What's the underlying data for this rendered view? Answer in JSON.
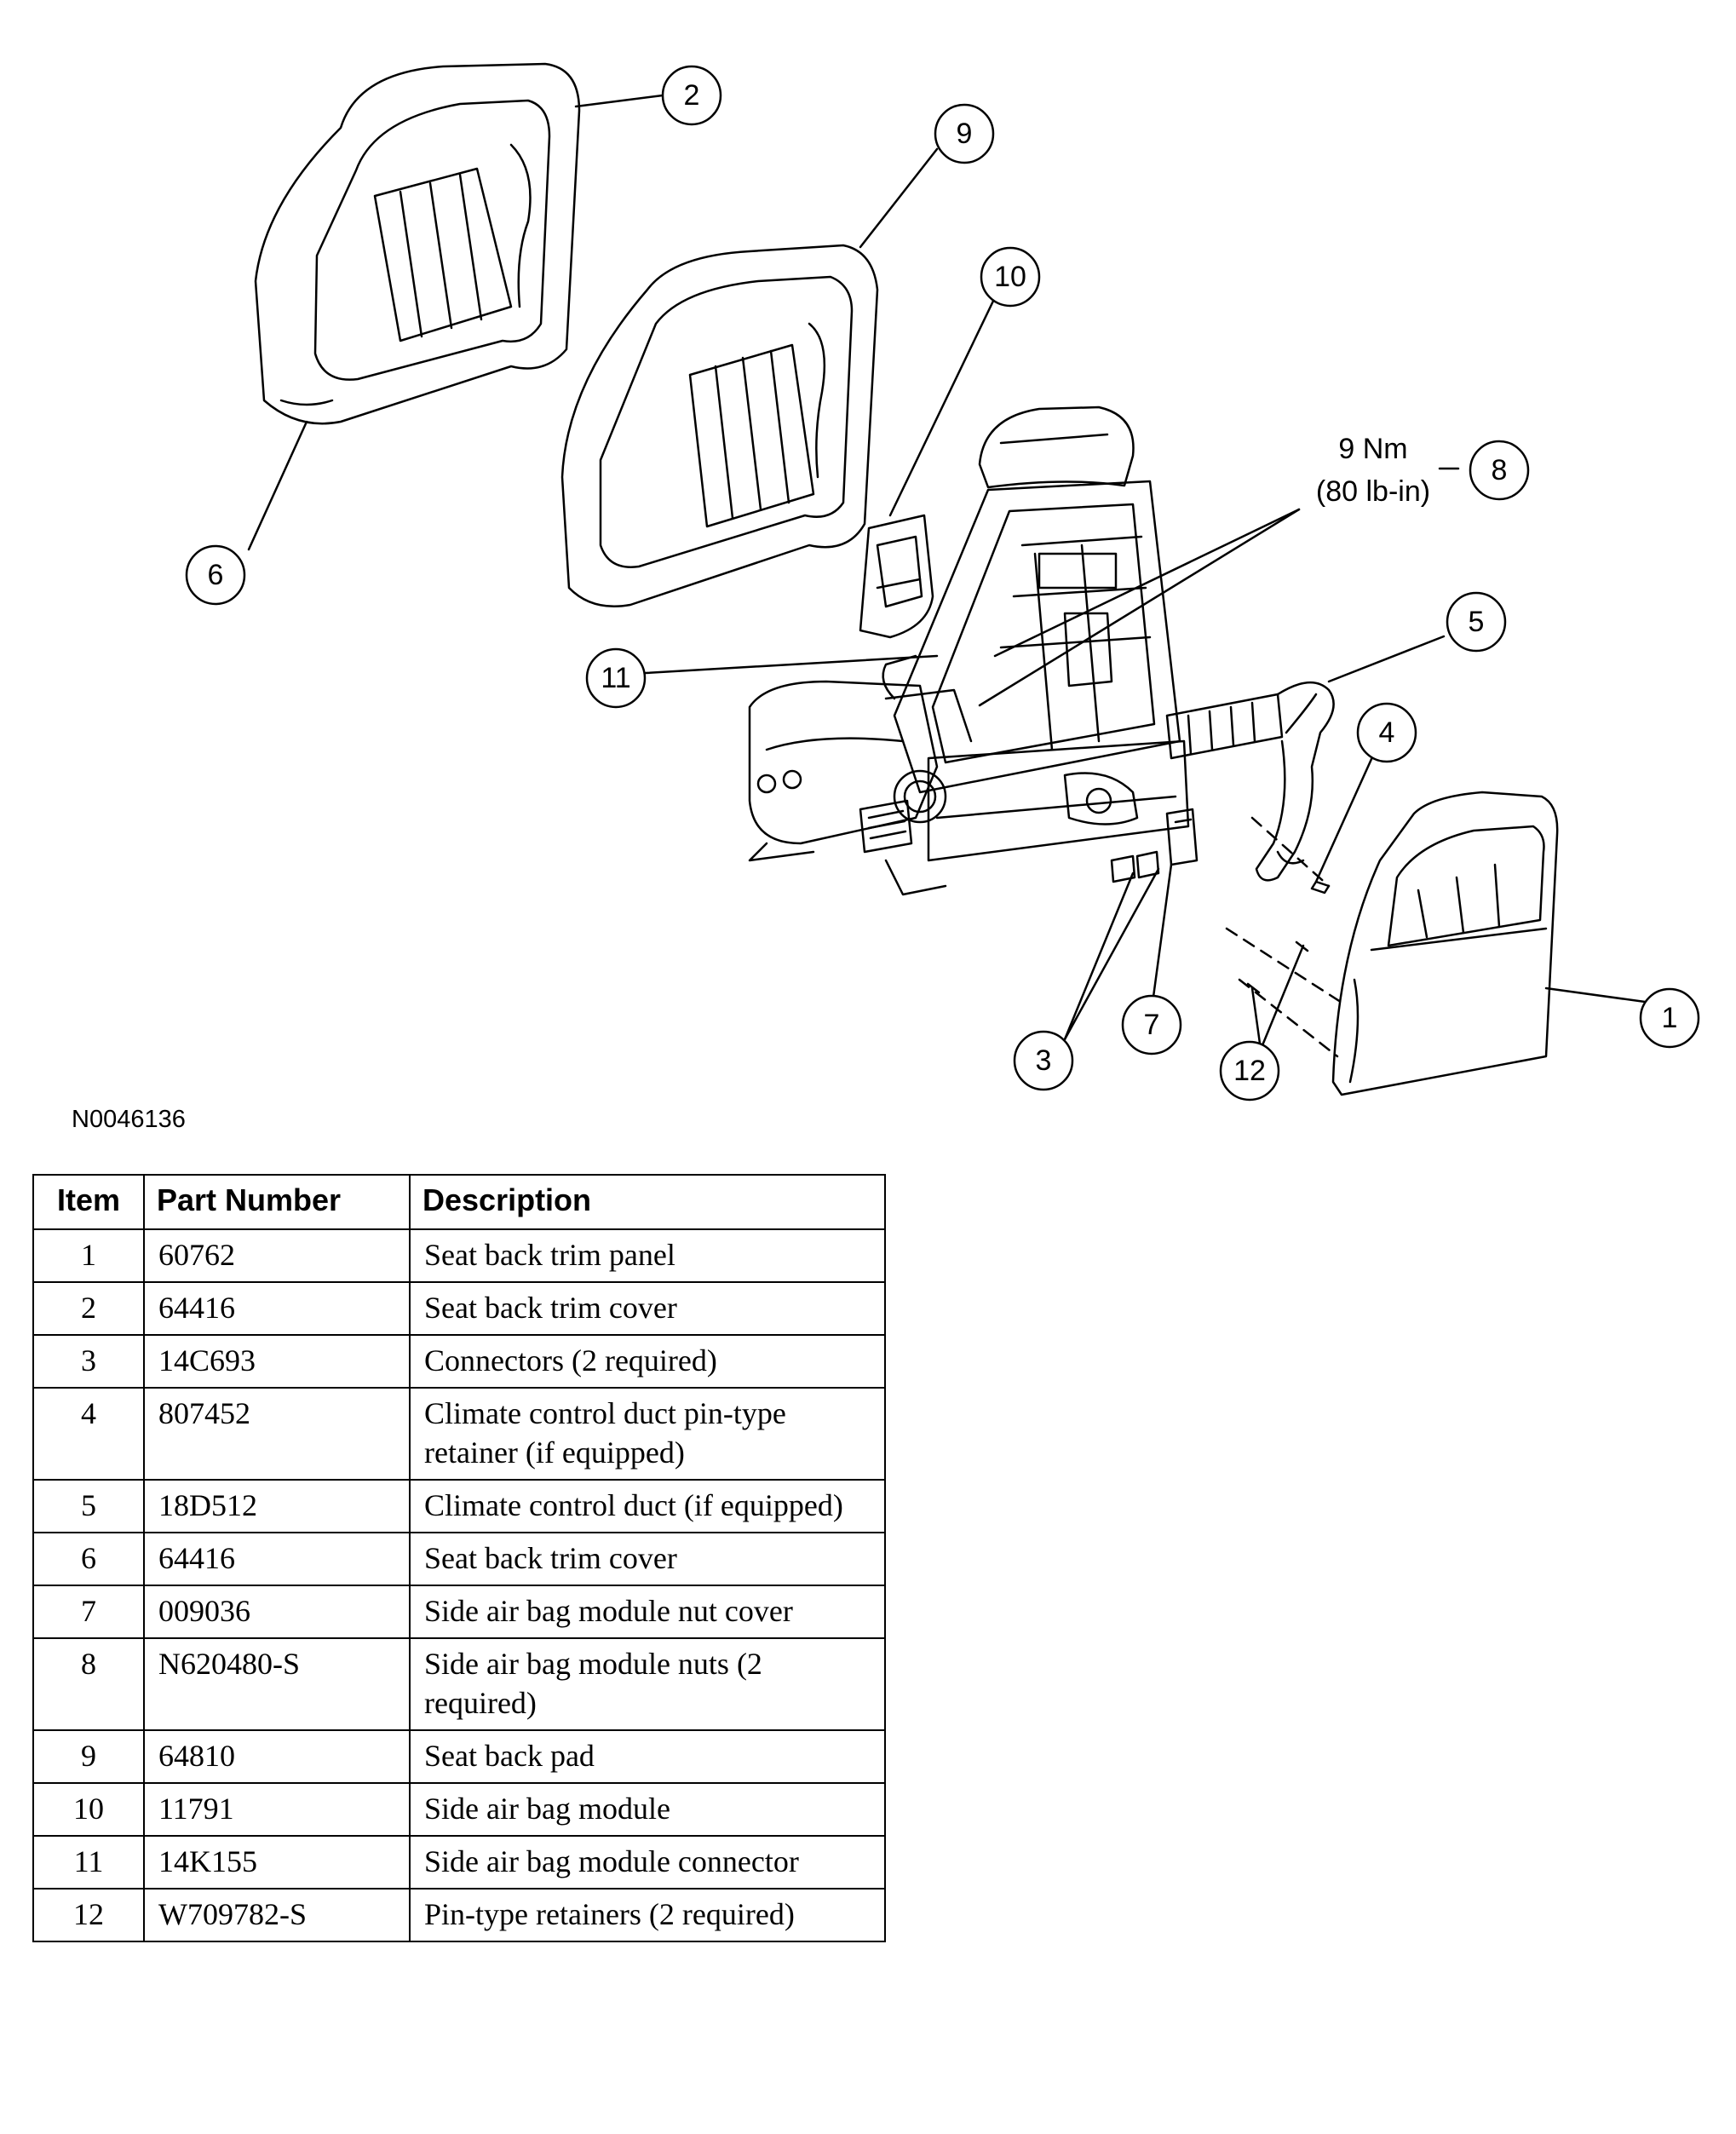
{
  "figure": {
    "id": "N0046136",
    "torque_spec": {
      "line1": "9 Nm",
      "line2": "(80 lb-in)"
    },
    "callouts": [
      "1",
      "2",
      "3",
      "4",
      "5",
      "6",
      "7",
      "8",
      "9",
      "10",
      "11",
      "12"
    ]
  },
  "table": {
    "headers": {
      "item": "Item",
      "part_number": "Part Number",
      "description": "Description"
    },
    "rows": [
      {
        "item": "1",
        "part_number": "60762",
        "description": "Seat back trim panel"
      },
      {
        "item": "2",
        "part_number": "64416",
        "description": "Seat back trim cover"
      },
      {
        "item": "3",
        "part_number": "14C693",
        "description": "Connectors (2 required)"
      },
      {
        "item": "4",
        "part_number": "807452",
        "description": "Climate control duct pin-type retainer (if equipped)"
      },
      {
        "item": "5",
        "part_number": "18D512",
        "description": "Climate control duct (if equipped)"
      },
      {
        "item": "6",
        "part_number": "64416",
        "description": "Seat back trim cover"
      },
      {
        "item": "7",
        "part_number": "009036",
        "description": "Side air bag module nut cover"
      },
      {
        "item": "8",
        "part_number": "N620480-S",
        "description": "Side air bag module nuts (2 required)"
      },
      {
        "item": "9",
        "part_number": "64810",
        "description": "Seat back pad"
      },
      {
        "item": "10",
        "part_number": "11791",
        "description": "Side air bag module"
      },
      {
        "item": "11",
        "part_number": "14K155",
        "description": "Side air bag module connector"
      },
      {
        "item": "12",
        "part_number": "W709782-S",
        "description": "Pin-type retainers (2 required)"
      }
    ]
  }
}
